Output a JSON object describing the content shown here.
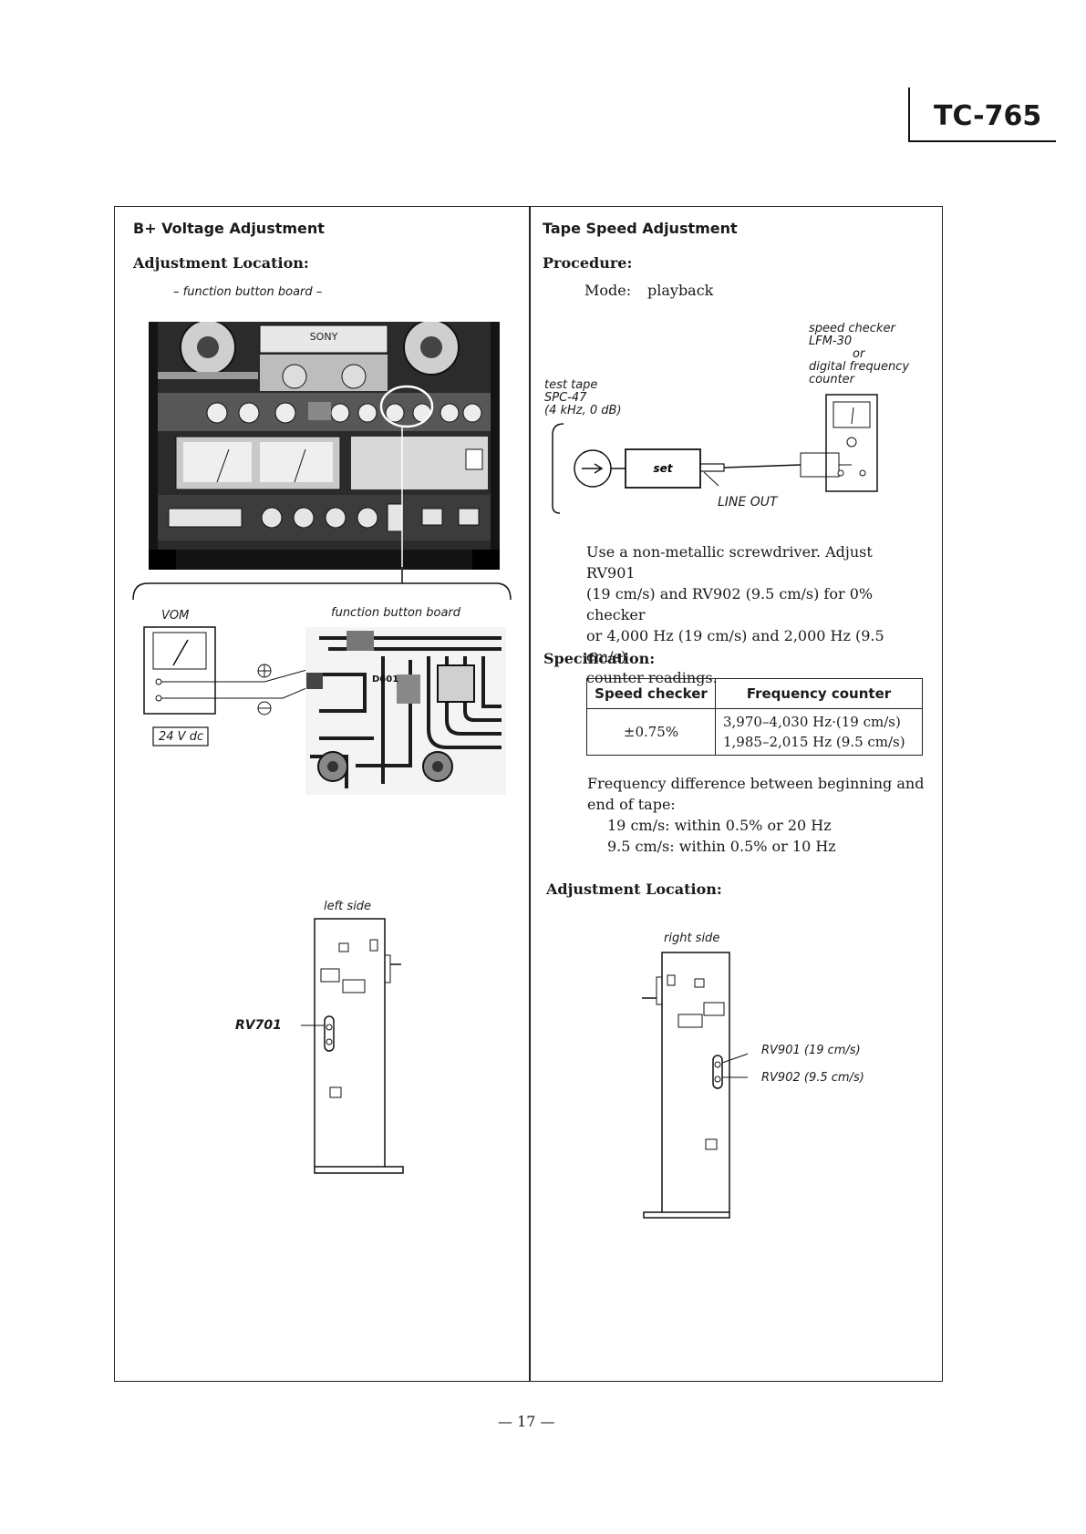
{
  "model": "TC-765",
  "left": {
    "title": "B+ Voltage Adjustment",
    "location_heading": "Adjustment Location:",
    "location_sub": "– function button board –",
    "photo_brand": "SONY",
    "vom_label": "VOM",
    "board_label": "function button board",
    "voltage": "24 V dc",
    "side_label": "left side",
    "rv_label": "RV701",
    "d_label": "D601"
  },
  "right": {
    "title": "Tape Speed Adjustment",
    "procedure_heading": "Procedure:",
    "mode_label": "Mode:",
    "mode_value": "playback",
    "diagram": {
      "checker_1": "speed checker",
      "checker_2": "LFM-30",
      "checker_3": "or",
      "checker_4": "digital frequency",
      "checker_5": "counter",
      "tape_1": "test tape",
      "tape_2": "SPC-47",
      "tape_3": "(4 kHz, 0 dB)",
      "set": "set",
      "line_out": "LINE OUT"
    },
    "instruction_1": "Use a non-metallic screwdriver. Adjust RV901",
    "instruction_2": "(19 cm/s) and RV902 (9.5 cm/s) for 0% checker",
    "instruction_3": "or 4,000 Hz (19 cm/s) and 2,000 Hz (9.5 cm/s)",
    "instruction_4": "counter readings.",
    "spec_heading": "Specification:",
    "table": {
      "col1": "Speed checker",
      "col2": "Frequency counter",
      "checker_value": "±0.75%",
      "counter_1": "3,970–4,030 Hz·(19 cm/s)",
      "counter_2": "1,985–2,015 Hz (9.5 cm/s)"
    },
    "freq_diff_1": "Frequency difference between beginning and",
    "freq_diff_2": "end of tape:",
    "speed_19": "19 cm/s:  within 0.5% or 20 Hz",
    "speed_95": "9.5 cm/s:  within 0.5% or 10 Hz",
    "location_heading": "Adjustment Location:",
    "side_label": "right side",
    "rv901": "RV901  (19 cm/s)",
    "rv902": "RV902  (9.5 cm/s)"
  },
  "page_number": "— 17 —"
}
